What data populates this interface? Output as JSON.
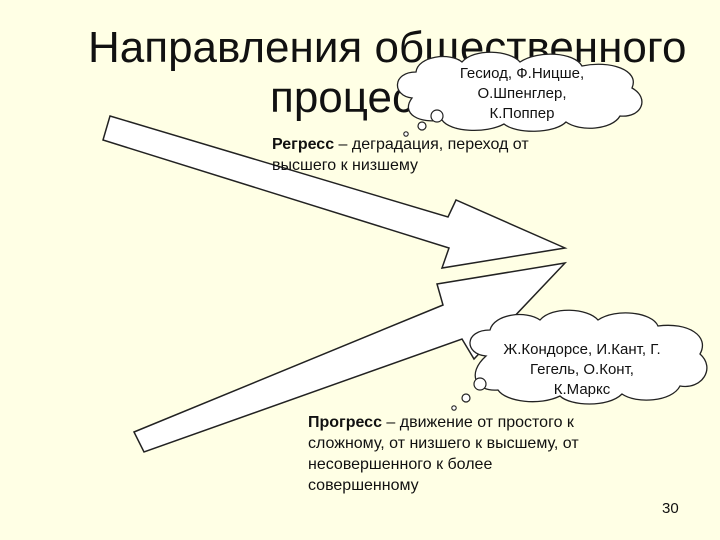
{
  "slide": {
    "title_line1": "Направления общественного",
    "title_line2": "процесса",
    "cloud_top": {
      "line1": "Гесиод, Ф.Ницше,",
      "line2": "О.Шпенглер,",
      "line3": "К.Поппер"
    },
    "cloud_bottom": {
      "line1": "Ж.Кондорсе, И.Кант, Г.",
      "line2": "Гегель, О.Конт,",
      "line3": "К.Маркс"
    },
    "regress": {
      "term": "Регресс",
      "definition": " – деградация, переход от высшего к низшему"
    },
    "progress": {
      "term": "Прогресс",
      "definition": " – движение от простого к сложному, от низшего  к высшему, от несовершенного к более совершенному"
    },
    "page_number": "30"
  }
}
